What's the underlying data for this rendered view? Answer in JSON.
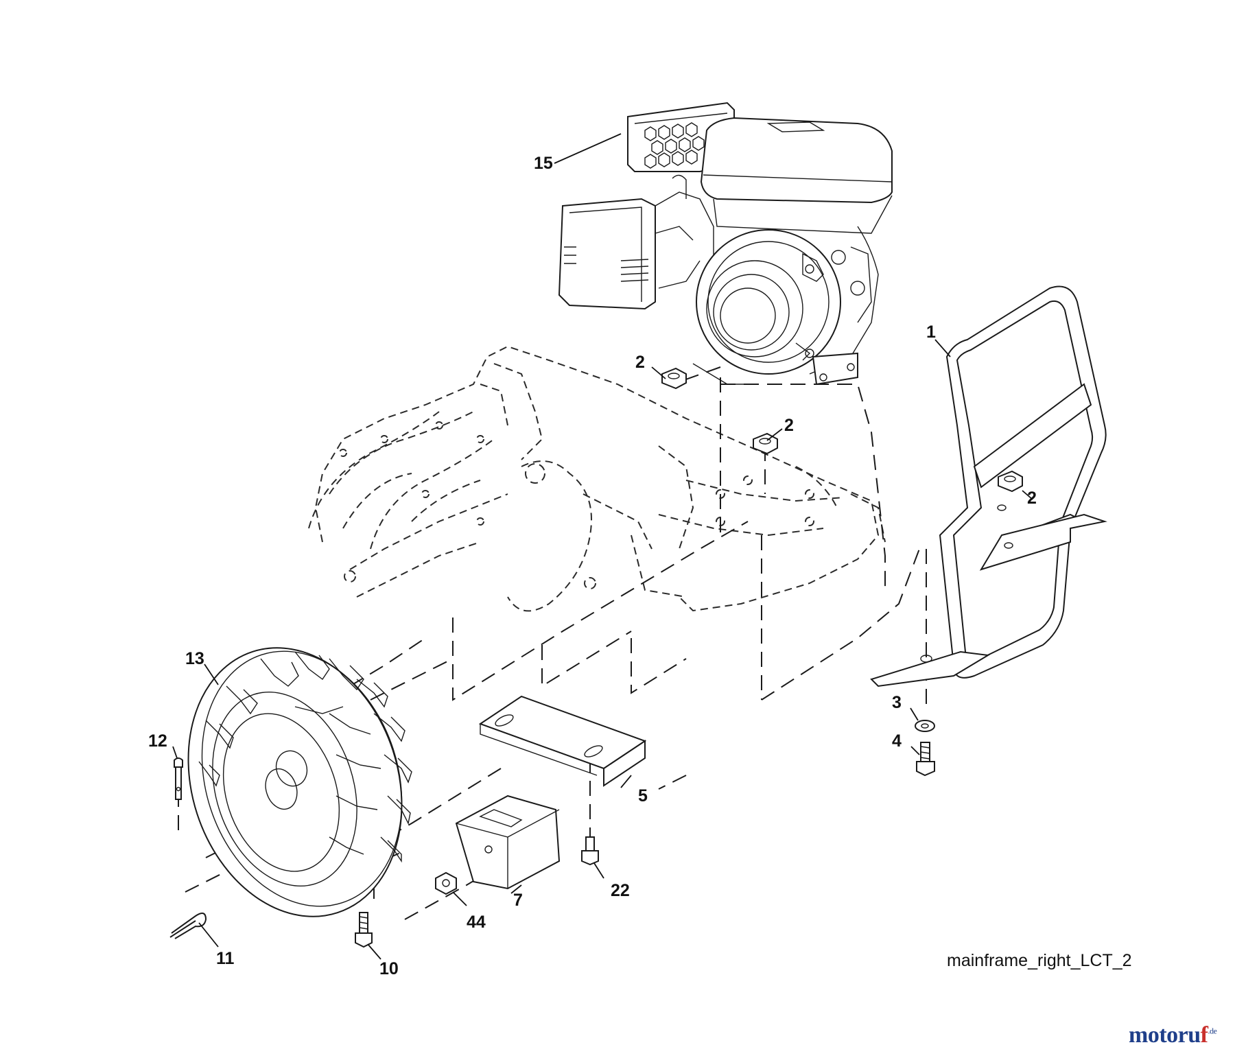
{
  "diagram_code": "mainframe_right_LCT_2",
  "watermark": {
    "brand_main": "motoru",
    "brand_accent": "f",
    "brand_suffix": ".de"
  },
  "callouts": [
    {
      "id": "c15",
      "label": "15"
    },
    {
      "id": "c1",
      "label": "1"
    },
    {
      "id": "c2a",
      "label": "2"
    },
    {
      "id": "c2b",
      "label": "2"
    },
    {
      "id": "c2c",
      "label": "2"
    },
    {
      "id": "c13",
      "label": "13"
    },
    {
      "id": "c12",
      "label": "12"
    },
    {
      "id": "c3",
      "label": "3"
    },
    {
      "id": "c4",
      "label": "4"
    },
    {
      "id": "c5",
      "label": "5"
    },
    {
      "id": "c22",
      "label": "22"
    },
    {
      "id": "c7",
      "label": "7"
    },
    {
      "id": "c44",
      "label": "44"
    },
    {
      "id": "c11",
      "label": "11"
    },
    {
      "id": "c10",
      "label": "10"
    }
  ],
  "parts": [
    {
      "label": "15",
      "icon": "engine-air-filter-icon"
    },
    {
      "label": "1",
      "icon": "bumper-frame-icon"
    },
    {
      "label": "2",
      "icon": "flange-nut-icon"
    },
    {
      "label": "13",
      "icon": "wheel-tire-icon"
    },
    {
      "label": "12",
      "icon": "clevis-pin-icon"
    },
    {
      "label": "3",
      "icon": "washer-icon"
    },
    {
      "label": "4",
      "icon": "bolt-icon"
    },
    {
      "label": "5",
      "icon": "bracket-icon"
    },
    {
      "label": "22",
      "icon": "bolt-icon"
    },
    {
      "label": "7",
      "icon": "weight-block-icon"
    },
    {
      "label": "44",
      "icon": "nut-icon"
    },
    {
      "label": "11",
      "icon": "hairpin-cotter-icon"
    },
    {
      "label": "10",
      "icon": "bolt-icon"
    }
  ]
}
